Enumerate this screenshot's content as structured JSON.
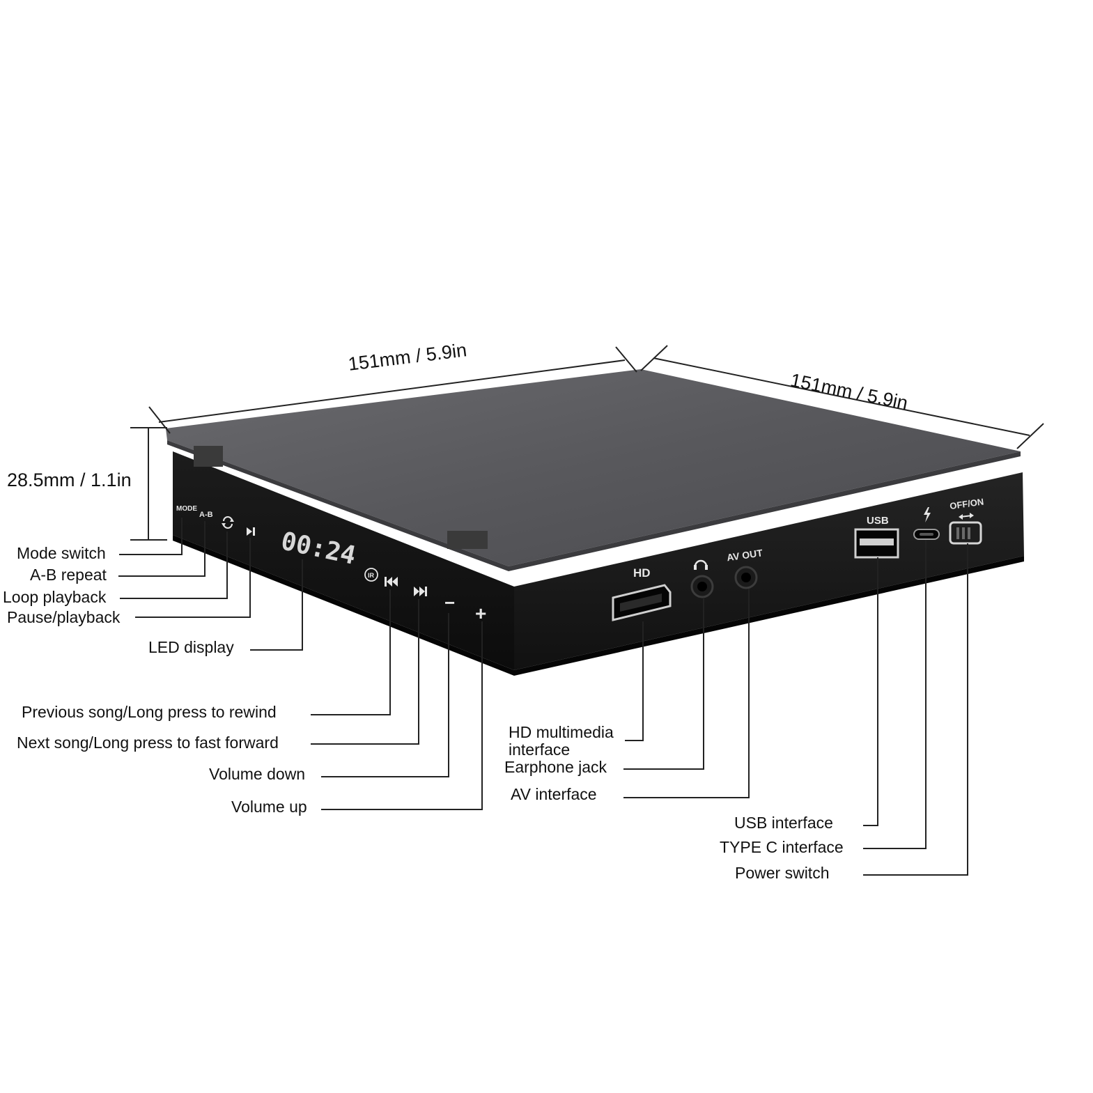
{
  "dimensions": {
    "width_front": "151mm / 5.9in",
    "width_side": "151mm / 5.9in",
    "height": "28.5mm / 1.1in"
  },
  "device": {
    "led_time": "00:24",
    "mode_text": "MODE",
    "ab_text": "A-B",
    "ir_text": "IR",
    "minus_text": "−",
    "plus_text": "+",
    "hd_text": "HD",
    "avout_text": "AV OUT",
    "usb_text": "USB",
    "offon_text": "OFF/ON",
    "body_color": "#121212",
    "lid_color": "#5a5a5e"
  },
  "labels": {
    "mode_switch": "Mode switch",
    "ab_repeat": "A-B repeat",
    "loop_playback": "Loop playback",
    "pause_playback": "Pause/playback",
    "led_display": "LED display",
    "previous_song": "Previous song/Long press to rewind",
    "next_song": "Next song/Long press to fast forward",
    "volume_down": "Volume down",
    "volume_up": "Volume up",
    "hd_multimedia_1": "HD multimedia",
    "hd_multimedia_2": "interface",
    "earphone_jack": "Earphone jack",
    "av_interface": "AV interface",
    "usb_interface": "USB interface",
    "type_c_interface": "TYPE C interface",
    "power_switch": "Power switch"
  }
}
